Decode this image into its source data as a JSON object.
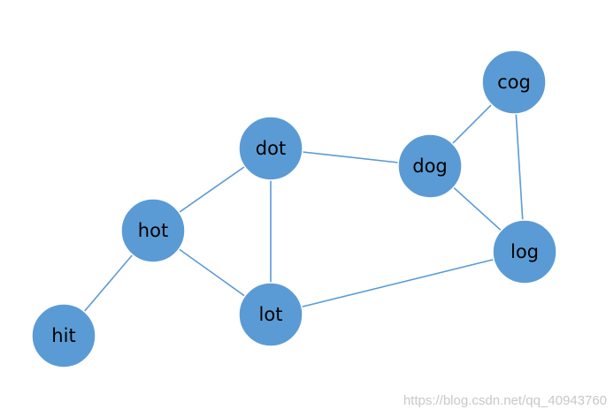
{
  "diagram": {
    "type": "undirected-graph",
    "node_color": "#5b9bd5",
    "edge_color": "#5b9bd5",
    "label_color": "#000000",
    "nodes": [
      {
        "id": "hit",
        "label": "hit"
      },
      {
        "id": "hot",
        "label": "hot"
      },
      {
        "id": "dot",
        "label": "dot"
      },
      {
        "id": "lot",
        "label": "lot"
      },
      {
        "id": "dog",
        "label": "dog"
      },
      {
        "id": "cog",
        "label": "cog"
      },
      {
        "id": "log",
        "label": "log"
      }
    ],
    "edges": [
      {
        "from": "hit",
        "to": "hot"
      },
      {
        "from": "hot",
        "to": "dot"
      },
      {
        "from": "hot",
        "to": "lot"
      },
      {
        "from": "dot",
        "to": "lot"
      },
      {
        "from": "dot",
        "to": "dog"
      },
      {
        "from": "lot",
        "to": "log"
      },
      {
        "from": "dog",
        "to": "cog"
      },
      {
        "from": "dog",
        "to": "log"
      },
      {
        "from": "cog",
        "to": "log"
      }
    ]
  },
  "watermark": {
    "text": "https://blog.csdn.net/qq_40943760"
  }
}
